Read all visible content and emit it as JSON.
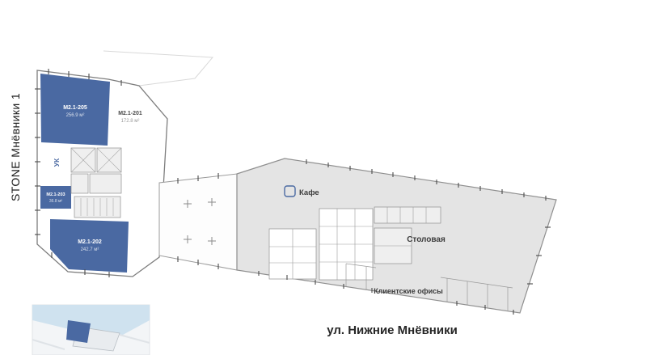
{
  "brand": {
    "vertical_label": "STONE Мнёвники 1"
  },
  "street": {
    "label": "ул. Нижние Мнёвники"
  },
  "plan": {
    "units": [
      {
        "id": "М2.1-205",
        "area": "256.9 м²",
        "highlighted": true
      },
      {
        "id": "М2.1-201",
        "area": "172.8 м²",
        "highlighted": false
      },
      {
        "id": "М2.1-203",
        "area": "36.8 м²",
        "highlighted": true
      },
      {
        "id": "М2.1-202",
        "area": "242.7 м²",
        "highlighted": true
      }
    ],
    "zones": {
      "management": "УК",
      "cafe": "Кафе",
      "canteen": "Столовая",
      "client_offices": "Клиентские офисы"
    }
  },
  "colors": {
    "highlight_blue": "#4a69a2",
    "floor_gray": "#e4e4e4",
    "outline_gray": "#8f8f8f",
    "water_blue": "#cfe2ef"
  }
}
